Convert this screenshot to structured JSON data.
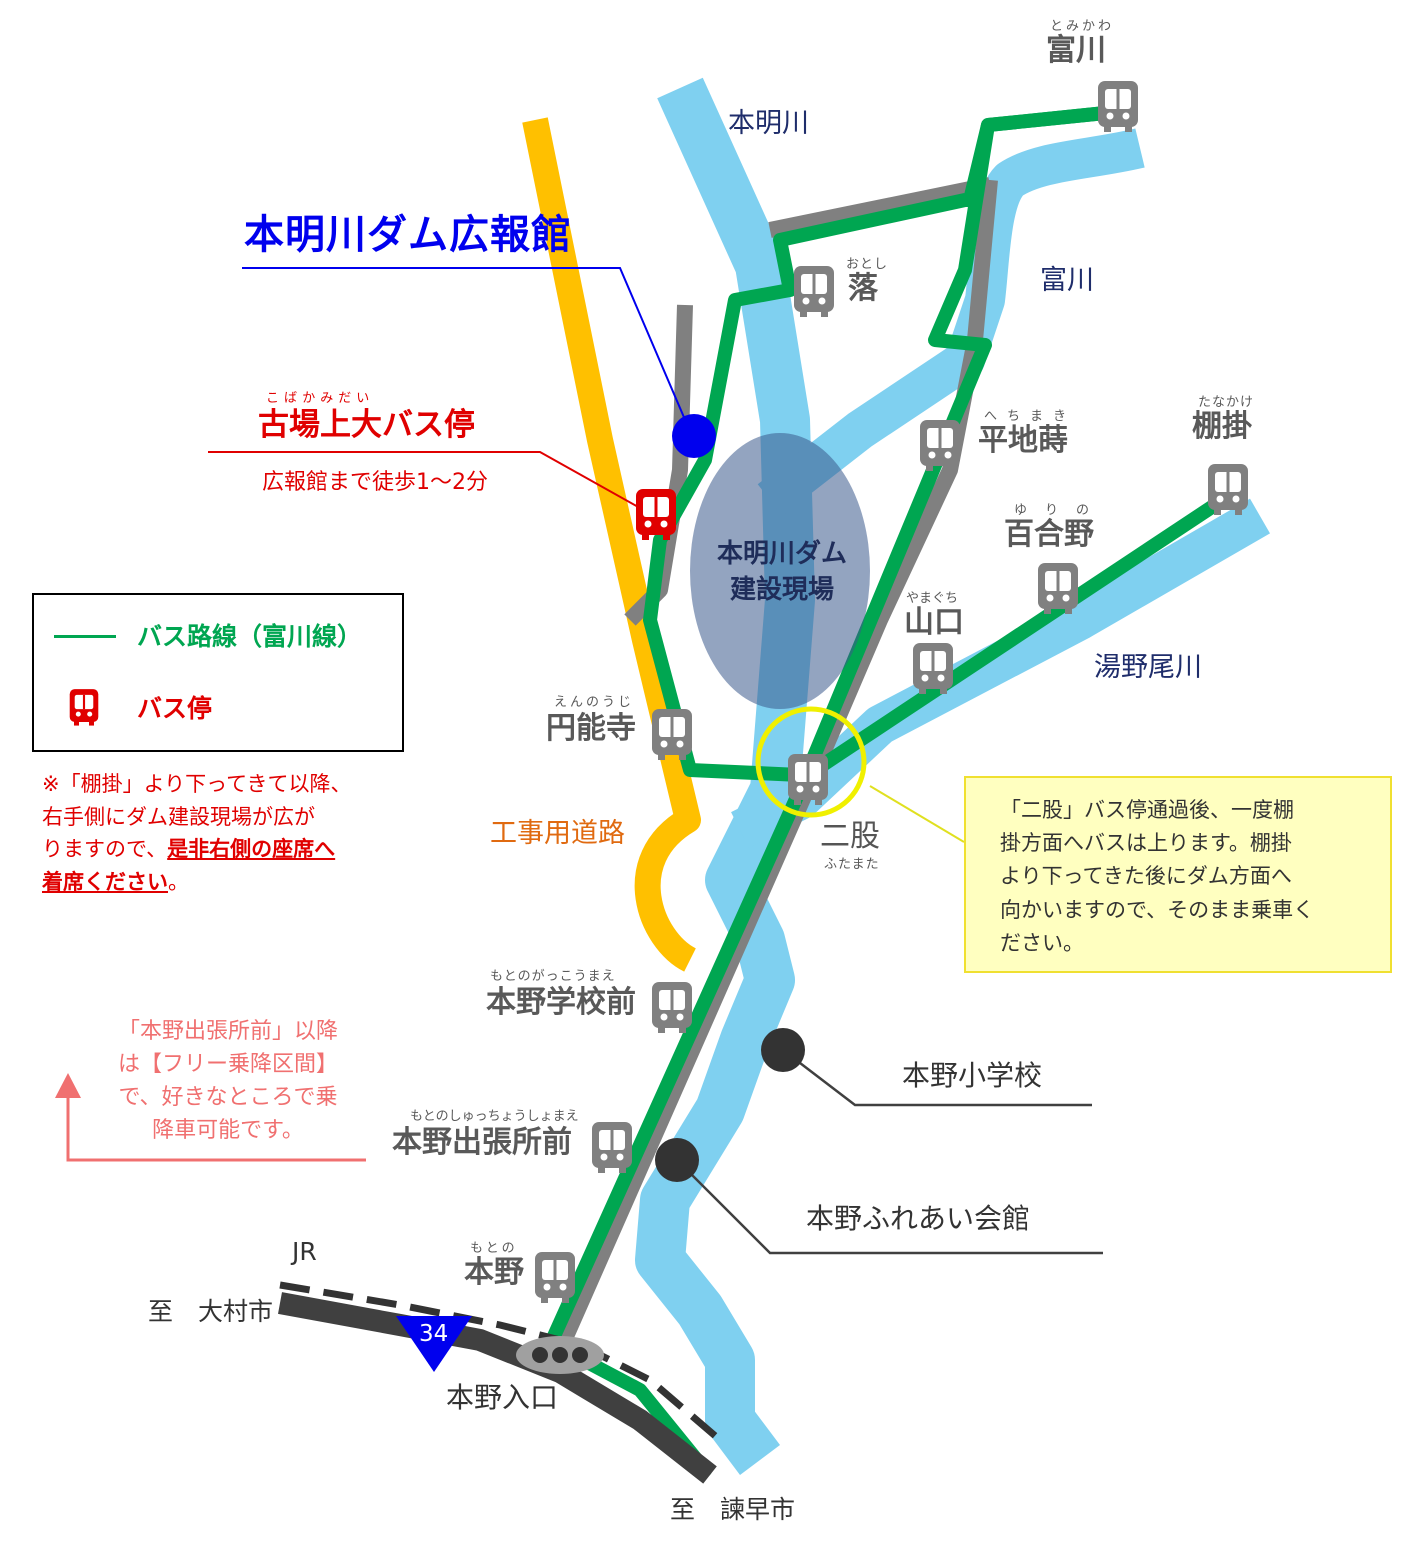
{
  "title": "本明川ダム広報館",
  "kobaba": {
    "ruby": "こばかみだい",
    "name": "古場上大バス停",
    "walk": "広報館まで徒歩1～2分"
  },
  "dam_site": {
    "line1": "本明川ダム",
    "line2": "建設現場"
  },
  "rivers": {
    "honmyo": "本明川",
    "tomi": "富川",
    "yunoo": "湯野尾川"
  },
  "stops": {
    "tomikawa": {
      "ruby": "とみかわ",
      "name": "富川"
    },
    "otoshi": {
      "ruby": "おとし",
      "name": "落"
    },
    "hechimaki": {
      "ruby": "へちまき",
      "name": "平地蒔"
    },
    "tanakake": {
      "ruby": "たなかけ",
      "name": "棚掛"
    },
    "yurino": {
      "ruby": "ゆりの",
      "name": "百合野"
    },
    "yamaguchi": {
      "ruby": "やまぐち",
      "name": "山口"
    },
    "ennouji": {
      "ruby": "えんのうじ",
      "name": "円能寺"
    },
    "futamata": {
      "ruby": "ふたまた",
      "name": "二股"
    },
    "gakko": {
      "ruby": "もとのがっこうまえ",
      "name": "本野学校前"
    },
    "shucchou": {
      "ruby": "もとのしゅっちょうしょまえ",
      "name": "本野出張所前"
    },
    "motono": {
      "ruby": "もとの",
      "name": "本野"
    }
  },
  "construction_road": "工事用道路",
  "legend": {
    "route": "バス路線（富川線）",
    "stop": "バス停"
  },
  "note": {
    "line1": "※「棚掛」より下ってきて以降、",
    "line2": "右手側にダム建設現場が広が",
    "line3a": "りますので、",
    "line3b": "是非右側の座席へ",
    "line4a": "着席ください",
    "line4b": "。"
  },
  "callout": {
    "line1": "「二股」バス停通過後、一度棚",
    "line2": "掛方面へバスは上ります。棚掛",
    "line3": "より下ってきた後にダム方面へ",
    "line4": "向かいますので、そのまま乗車く",
    "line5": "ださい。"
  },
  "free": {
    "line1": "「本野出張所前」以降",
    "line2": "は【フリー乗降区間】",
    "line3": "で、好きなところで乗",
    "line4": "降車可能です。"
  },
  "pois": {
    "school": "本野小学校",
    "hall": "本野ふれあい会館"
  },
  "jr": "JR",
  "route34": "34",
  "motono_entrance": "本野入口",
  "dir_omura": "至　大村市",
  "dir_isahaya": "至　諫早市",
  "colors": {
    "route": "#00a651",
    "river": "#7fd0f0",
    "road": "#808080",
    "construction": "#ffc000",
    "stop_red": "#e00000",
    "title_blue": "#0000ee"
  }
}
